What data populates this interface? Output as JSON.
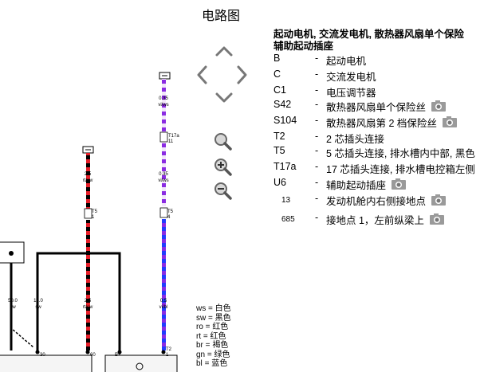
{
  "page": {
    "title": "电路图"
  },
  "legend": {
    "heading_line1": "起动电机, 交流发电机, 散热器风扇单个保险",
    "heading_line2": "辅助起动插座",
    "items": [
      {
        "code": "B",
        "desc": "起动电机",
        "camera": false
      },
      {
        "code": "C",
        "desc": "交流发电机",
        "camera": false
      },
      {
        "code": "C1",
        "desc": "电压调节器",
        "camera": false
      },
      {
        "code": "S42",
        "desc": "散热器风扇单个保险丝",
        "camera": true
      },
      {
        "code": "S104",
        "desc": "散热器风扇第 2 档保险丝",
        "camera": true
      },
      {
        "code": "T2",
        "desc": "2 芯插头连接",
        "camera": false
      },
      {
        "code": "T5",
        "desc": "5 芯插头连接, 排水槽内中部, 黑色",
        "camera": false
      },
      {
        "code": "T17a",
        "desc": "17 芯插头连接, 排水槽电控箱左侧",
        "camera": false
      },
      {
        "code": "U6",
        "desc": "辅助起动插座",
        "camera": true
      },
      {
        "code": "13",
        "desc": "发动机舱内右侧接地点",
        "camera": true
      },
      {
        "code": "685",
        "desc": "接地点 1，左前纵梁上",
        "camera": true
      }
    ]
  },
  "color_codes": [
    {
      "abbr": "ws",
      "name": "白色"
    },
    {
      "abbr": "sw",
      "name": "黑色"
    },
    {
      "abbr": "ro",
      "name": "红色"
    },
    {
      "abbr": "rt",
      "name": "红色"
    },
    {
      "abbr": "br",
      "name": "褐色"
    },
    {
      "abbr": "gn",
      "name": "绿色"
    },
    {
      "abbr": "bl",
      "name": "蓝色"
    }
  ],
  "diagram": {
    "labels": {
      "w1_size": "0.35",
      "w1_color": "vi/ws",
      "w2_size": "0.35",
      "w2_color": "vi/ws",
      "w3_size": "2.5",
      "w3_color": "rt/sw",
      "w4_size": "2.5",
      "w4_color": "rt/sw",
      "w5_size": "0.5",
      "w5_color": "vi/bl",
      "w6_size": "50.0",
      "w6_color": "sw",
      "w7_size": "16.0",
      "w7_color": "sw",
      "conn_t17a": "T17a",
      "conn_t17a_pin": "11",
      "conn_t5a": "T5",
      "conn_t5a_pin": "1",
      "conn_t5b": "T5",
      "conn_t5b_pin": "4",
      "term_30": "30",
      "term_b60": "60",
      "term_bplus": "B+",
      "term_t2": "T2",
      "term_t2_pin": "1"
    },
    "colors": {
      "red": "#e8202a",
      "black": "#000000",
      "violet": "#8a2be2",
      "blue": "#1f3cff",
      "white_violet": "#e0c8f0"
    }
  },
  "nav": {
    "up": "up-arrow",
    "left": "left-arrow",
    "right": "right-arrow",
    "down": "down-arrow",
    "zoom_fit": "zoom-fit-icon",
    "zoom_in": "zoom-in-icon",
    "zoom_out": "zoom-out-icon"
  }
}
